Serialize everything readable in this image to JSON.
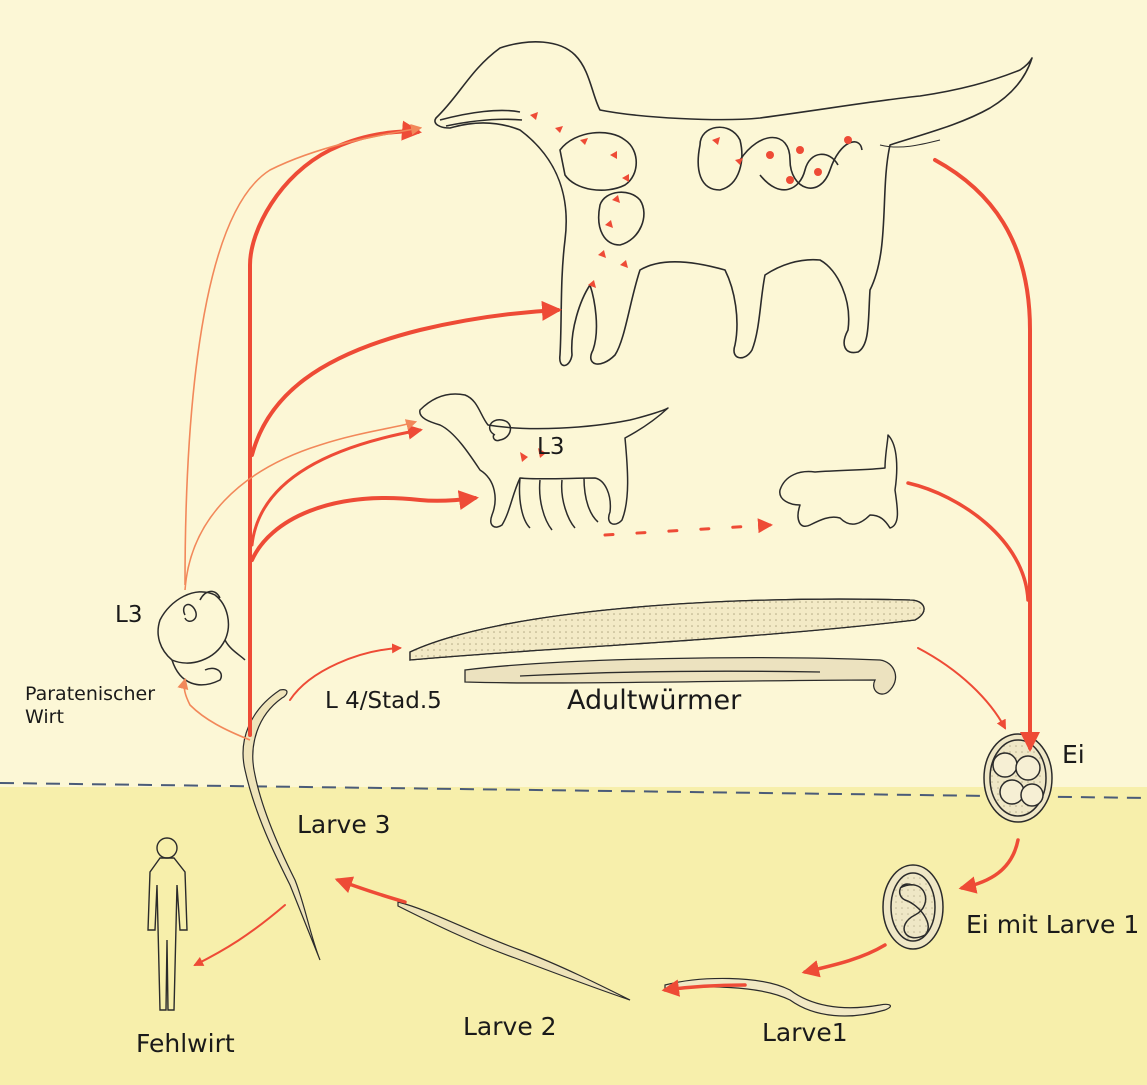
{
  "labels": {
    "l3_dam": "L3",
    "l3_mouse": "L3",
    "paratenic_host": "Paratenischer\nWirt",
    "l4_stage5": "L 4/Stad.5",
    "adult_worms": "Adultwürmer",
    "egg": "Ei",
    "larva3": "Larve 3",
    "egg_with_larva1": "Ei mit Larve 1",
    "dead_end_host": "Fehlwirt",
    "larva2": "Larve 2",
    "larva1": "Larve1"
  },
  "colors": {
    "arrow": "#ee4b36",
    "outline": "#2b2b2b",
    "background_above": "#fcf7d6",
    "background_below": "#f7efab",
    "ground_line": "#4a5b78"
  }
}
